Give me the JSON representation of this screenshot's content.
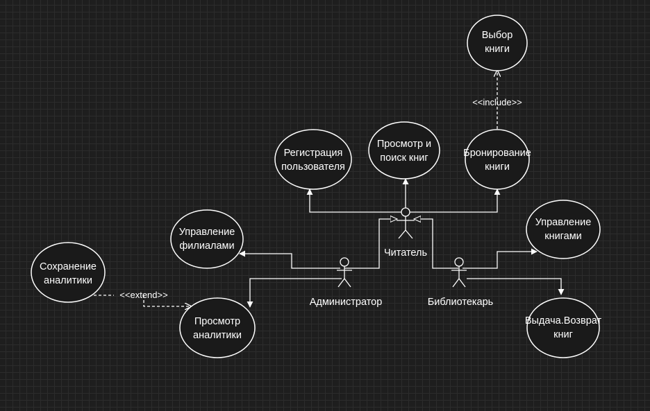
{
  "use_cases": {
    "choose_book": [
      "Выбор",
      "книги"
    ],
    "registration": [
      "Регистрация",
      "пользователя"
    ],
    "browse_search": [
      "Просмотр и",
      "поиск книг"
    ],
    "reserve": [
      "Бронирование",
      "книги"
    ],
    "manage_branches": [
      "Управление",
      "филиалами"
    ],
    "manage_books": [
      "Управление",
      "книгами"
    ],
    "save_analytics": [
      "Сохранение",
      "аналитики"
    ],
    "view_analytics": [
      "Просмотр",
      "аналитики"
    ],
    "issue_return": [
      "Выдача.Возврат",
      "книг"
    ]
  },
  "actors": {
    "reader": "Читатель",
    "admin": "Администратор",
    "librarian": "Библиотекарь"
  },
  "stereotypes": {
    "include": "<<include>>",
    "extend": "<<extend>>"
  }
}
